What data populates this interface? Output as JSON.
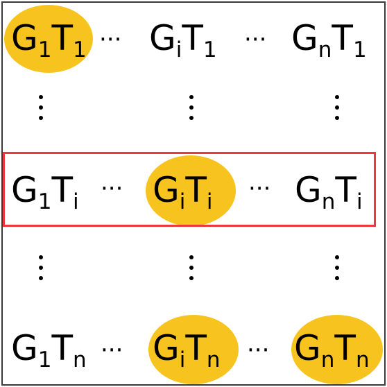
{
  "colors": {
    "highlight_fill": "#f7c41f",
    "row_box": "#e83a3a",
    "border": "#3a3a3a",
    "text": "#000000"
  },
  "ellipsis": "···",
  "rows": [
    {
      "cells": [
        {
          "g": "G",
          "gsub": "1",
          "t": "T",
          "tsub": "1",
          "highlighted": true
        },
        {
          "g": "G",
          "gsub": "i",
          "t": "T",
          "tsub": "1",
          "highlighted": false
        },
        {
          "g": "G",
          "gsub": "n",
          "t": "T",
          "tsub": "1",
          "highlighted": false
        }
      ]
    },
    {
      "boxed": true,
      "cells": [
        {
          "g": "G",
          "gsub": "1",
          "t": "T",
          "tsub": "i",
          "highlighted": false
        },
        {
          "g": "G",
          "gsub": "i",
          "t": "T",
          "tsub": "i",
          "highlighted": true
        },
        {
          "g": "G",
          "gsub": "n",
          "t": "T",
          "tsub": "i",
          "highlighted": false
        }
      ]
    },
    {
      "cells": [
        {
          "g": "G",
          "gsub": "1",
          "t": "T",
          "tsub": "n",
          "highlighted": false
        },
        {
          "g": "G",
          "gsub": "i",
          "t": "T",
          "tsub": "n",
          "highlighted": true
        },
        {
          "g": "G",
          "gsub": "n",
          "t": "T",
          "tsub": "n",
          "highlighted": true
        }
      ]
    }
  ]
}
